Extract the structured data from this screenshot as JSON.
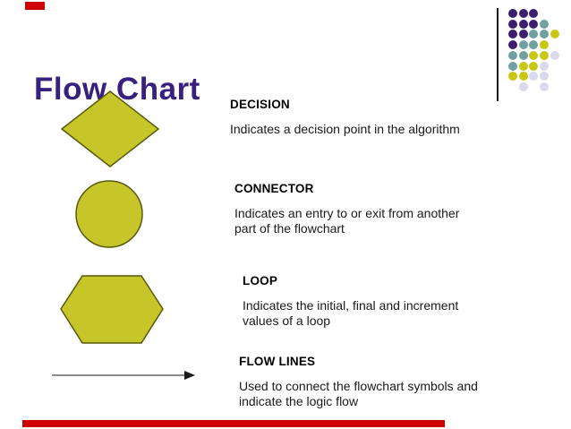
{
  "slide": {
    "title": "Flow Chart",
    "title_color": "#38217E",
    "accent_red": "#CC0000"
  },
  "shape_style": {
    "fill": "#C6C62B",
    "stroke": "#59590B",
    "arrow_line_color": "#8C8C8C",
    "arrow_head_color": "#1a1a1a"
  },
  "symbols": [
    {
      "shape_icon": "diamond-icon",
      "name": "DECISION",
      "description": "Indicates a decision point in the algorithm"
    },
    {
      "shape_icon": "circle-icon",
      "name": "CONNECTOR",
      "description": "Indicates an entry to or exit from another\npart of the flowchart"
    },
    {
      "shape_icon": "hexagon-icon",
      "name": "LOOP",
      "description": "Indicates the initial, final and increment\nvalues of a loop"
    },
    {
      "shape_icon": "arrow-icon",
      "name": "FLOW LINES",
      "description": "Used to connect the flowchart symbols and\nindicate the logic flow"
    }
  ],
  "decoration": {
    "dot_grid": {
      "rows": [
        "PPP..",
        "PPPT.",
        "PPTTY",
        "PTTY.",
        "TTYYL",
        "TYYL.",
        "YYLL.",
        ".L.L."
      ],
      "colors": {
        "P": "#3B1E6E",
        "T": "#70A0A0",
        "Y": "#C8C813",
        "L": "#D9D9EB"
      },
      "cell": 11.7,
      "dot_size": 10
    }
  }
}
